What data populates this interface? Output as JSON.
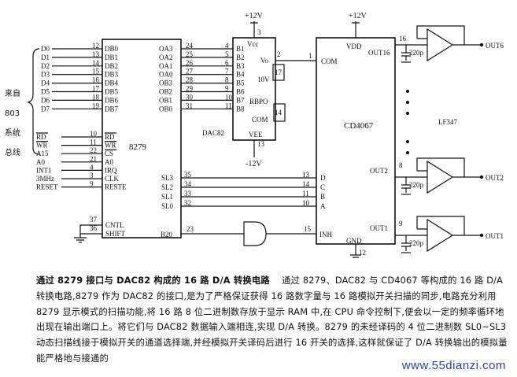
{
  "data_bus": {
    "inputs": [
      "D0",
      "D1",
      "D2",
      "D3",
      "D4",
      "D5",
      "D6",
      "D7"
    ],
    "side_label": [
      "来自",
      "803",
      "系统",
      "总线"
    ]
  },
  "chip_8279": {
    "name": "8279",
    "db_pins": [
      "DB0",
      "DB1",
      "DB2",
      "DB3",
      "DB4",
      "DB5",
      "DB6",
      "DB7"
    ],
    "db_nums": [
      "12",
      "13",
      "14",
      "15",
      "16",
      "17",
      "18",
      "19"
    ],
    "out_pins": [
      "OA3",
      "OA2",
      "OA1",
      "OA0",
      "OB3",
      "OB2",
      "OB1",
      "OB0"
    ],
    "out_nums": [
      "24",
      "25",
      "26",
      "27",
      "28",
      "29",
      "30",
      "31"
    ],
    "ctrl_in": [
      "RD",
      "WR",
      "A15",
      "A0",
      "INT1",
      "3MHz",
      "RESET"
    ],
    "ctrl_pins": [
      "RD",
      "WR",
      "CS",
      "A0",
      "IRQ",
      "CLK",
      "RESTE"
    ],
    "ctrl_nums": [
      "10",
      "11",
      "22",
      "21",
      "4",
      "3",
      "9"
    ],
    "sl_pins": [
      "SL3",
      "SL2",
      "SL1",
      "SL0"
    ],
    "sl_nums": [
      "35",
      "34",
      "33",
      "32"
    ],
    "cntl": "CNTL",
    "shift": "SHIFT",
    "cntl_shift_nums": [
      "37",
      "36"
    ],
    "b20": "B20",
    "b20_num": "23"
  },
  "dac82": {
    "name": "DAC82",
    "b_pins": [
      "B1",
      "B2",
      "B3",
      "B4",
      "B5",
      "B6",
      "B7",
      "B8"
    ],
    "b_nums": [
      "4",
      "5",
      "6",
      "7",
      "8",
      "9",
      "10",
      "11"
    ],
    "vcc": "Vcc",
    "vcc_num": "3",
    "vcc_supply": "+12V",
    "vee": "VEE",
    "vee_num": "13",
    "vee_supply": "-12V",
    "vo": "Vo",
    "vo_num": "2",
    "v10": "10V",
    "v10_num": "17",
    "rbpo": "RBPO",
    "rbpo_num": "14",
    "com": "COM"
  },
  "cd4067": {
    "name": "CD4067",
    "vdd": "VDD",
    "vdd_supply": "+12V",
    "com": "COM",
    "com_num": "1",
    "sel_pins": [
      "D",
      "C",
      "B",
      "A"
    ],
    "sel_nums": [
      "13",
      "14",
      "11",
      "10"
    ],
    "inh": "INH",
    "inh_num": "15",
    "gnd": "GND",
    "gnd_num": "12",
    "outs": [
      "OUT16",
      "OUT2",
      "OUT1"
    ],
    "out_nums": [
      "16",
      "8",
      "9"
    ]
  },
  "amps": {
    "cap": "220p",
    "name": "LF347",
    "outs": [
      "OUT6",
      "OUT2",
      "OUT1"
    ]
  },
  "caption": {
    "title": "通过 8279 接口与 DAC82 构成的 16 路 D/A 转换电路",
    "body": "通过 8279、DAC82 与 CD4067 等构成的 16 路 D/A 转换电路,8279 作为 DAC82 的接口,是为了严格保证获得 16 路数字量与 16 路模拟开关扫描的同步,电路充分利用 8279 显示模式的扫描功能,将 16 路 8 位二进制数存放于显示 RAM 中,在 CPU 命令控制下,便会以一定的频率循环地出现在输出端口上。将它们与 DAC82 数据输入端相连,实现 D/A 转换。8279 的未经译码的 4 位二进制数 SL0~SL3 动态扫描线接于模拟开关的通道选择端,并经模拟开关译码后进行 16 开关的选择,这样就保证了 D/A 转换输出的模拟量能严格地与接通的"
  },
  "watermark": "www.55dianzi.com"
}
